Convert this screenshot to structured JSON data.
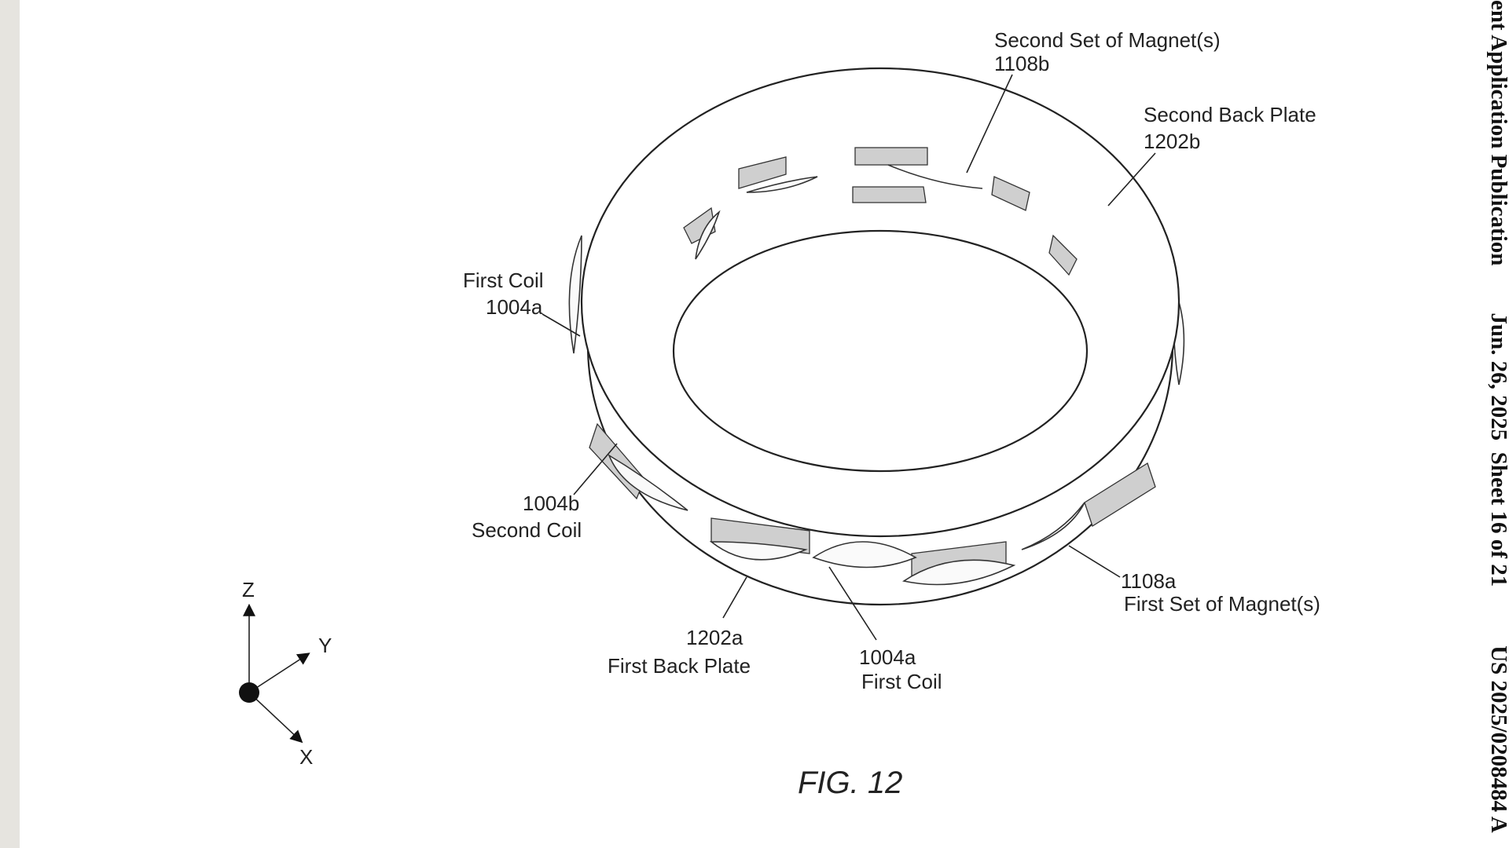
{
  "header": {
    "publication": "ent Application Publication",
    "date_sheet": "Jun. 26, 2025  Sheet 16 of 21",
    "number": "US 2025/0208484 A"
  },
  "figure": {
    "caption": "FIG. 12",
    "labels": {
      "second_magnets_name": "Second Set of Magnet(s)",
      "second_magnets_ref": "1108b",
      "second_plate_name": "Second Back Plate",
      "second_plate_ref": "1202b",
      "first_coil_top_name": "First Coil",
      "first_coil_top_ref": "1004a",
      "second_coil_ref": "1004b",
      "second_coil_name": "Second Coil",
      "first_magnets_ref": "1108a",
      "first_magnets_name": "First Set of Magnet(s)",
      "first_plate_ref": "1202a",
      "first_plate_name": "First Back Plate",
      "first_coil_bottom_ref": "1004a",
      "first_coil_bottom_name": "First Coil"
    },
    "axes": {
      "z": "Z",
      "y": "Y",
      "x": "X"
    }
  }
}
